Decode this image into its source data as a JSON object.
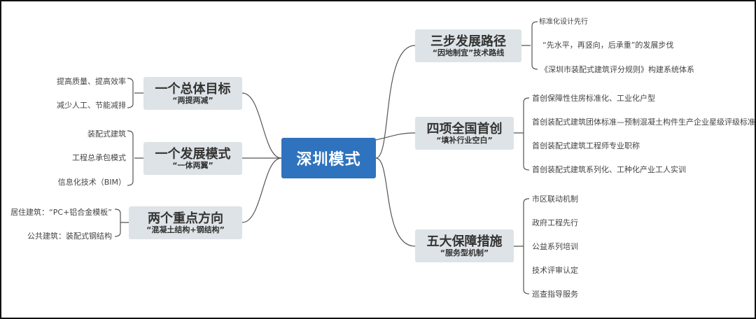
{
  "center": "深圳模式",
  "topics": {
    "goal": {
      "title": "一个总体目标",
      "subtitle": "“两提两减”",
      "leaves": [
        "提高质量、提高效率",
        "减少人工、节能减排"
      ]
    },
    "mode": {
      "title": "一个发展模式",
      "subtitle": "“一体两翼”",
      "leaves": [
        "装配式建筑",
        "工程总承包模式",
        "信息化技术（BIM）"
      ]
    },
    "direction": {
      "title": "两个重点方向",
      "subtitle": "“混凝土结构+钢结构”",
      "leaves": [
        "居住建筑：“PC+铝合金模板”",
        "公共建筑：装配式钢结构"
      ]
    },
    "path": {
      "title": "三步发展路径",
      "subtitle": "“因地制宜”技术路线",
      "leaves": [
        "标准化设计先行",
        "“先水平，再竖向，后承重”的发展步伐",
        "《深圳市装配式建筑评分规则》构建系统体系"
      ]
    },
    "firsts": {
      "title": "四项全国首创",
      "subtitle": "“填补行业空白”",
      "leaves": [
        "首创保障性住房标准化、工业化户型",
        "首创装配式建筑团体标准—预制混凝土构件生产企业星级评级标准",
        "首创装配式建筑工程师专业职称",
        "首创装配式建筑系列化、工种化产业工人实训"
      ]
    },
    "measures": {
      "title": "五大保障措施",
      "subtitle": "“服务型机制”",
      "leaves": [
        "市区联动机制",
        "政府工程先行",
        "公益系列培训",
        "技术评审认定",
        "巡查指导服务"
      ]
    }
  }
}
